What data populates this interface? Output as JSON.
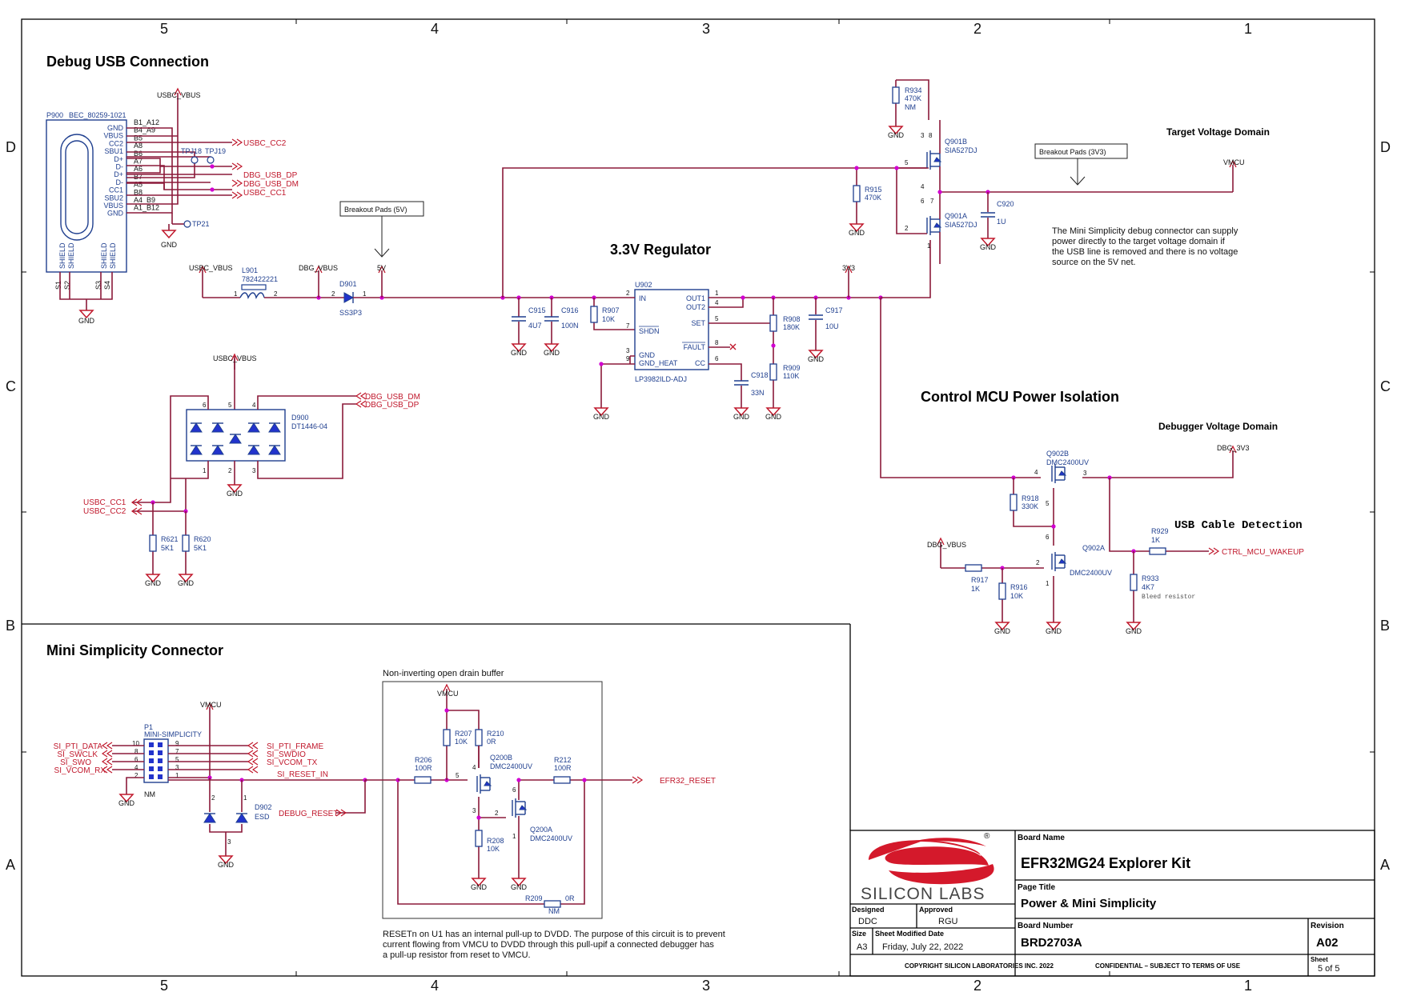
{
  "border": {
    "columns": [
      "5",
      "4",
      "3",
      "2",
      "1"
    ],
    "rows": [
      "D",
      "C",
      "B",
      "A"
    ]
  },
  "sections": {
    "usb": "Debug USB Connection",
    "reg": "3.3V Regulator",
    "iso": "Control MCU Power Isolation",
    "mini": "Mini Simplicity Connector",
    "target_domain": "Target Voltage Domain",
    "debugger_domain": "Debugger Voltage Domain",
    "usb_detect": "USB Cable Detection",
    "buffer": "Non-inverting open drain buffer"
  },
  "notes": {
    "mini_note": [
      "The Mini Simplicity debug connector can supply",
      "power directly to the target voltage domain if",
      "the USB line is removed and there is no voltage",
      "source on the 5V net."
    ],
    "reset_note": [
      "RESETn on U1 has an internal pull-up to DVDD.  The purpose of this circuit is to prevent",
      "current flowing from VMCU to DVDD through this pull-upif a connected debugger has",
      "a pull-up resistor from reset to VMCU."
    ],
    "bleed": "Bleed resistor"
  },
  "breakout": {
    "b5v": "Breakout Pads (5V)",
    "b3v3": "Breakout Pads (3V3)"
  },
  "usbconn": {
    "ref": "P900",
    "part": "BEC_80259-1021",
    "left_pins": [
      "GND",
      "VBUS",
      "CC2",
      "SBU1",
      "D+",
      "D-",
      "D+",
      "D-",
      "CC1",
      "SBU2",
      "VBUS",
      "GND"
    ],
    "right_pins": [
      "B1_A12",
      "B4_A9",
      "B5",
      "A8",
      "B6",
      "A7",
      "A6",
      "B7",
      "A5",
      "B8",
      "A4_B9",
      "A1_B12"
    ],
    "shield": [
      "SHIELD",
      "SHIELD",
      "SHIELD",
      "SHIELD"
    ],
    "s_pins": [
      "S1",
      "S2",
      "S3",
      "S4"
    ]
  },
  "nets": {
    "usbc_vbus": "USBC_VBUS",
    "usbc_cc2": "USBC_CC2",
    "usbc_cc1": "USBC_CC1",
    "dbg_usb_dp": "DBG_USB_DP",
    "dbg_usb_dm": "DBG_USB_DM",
    "dbg_vbus": "DBG_VBUS",
    "v5": "5V",
    "v3v3": "3V3",
    "vmcu": "VMCU",
    "dbg_3v3": "DBG_3V3",
    "gnd": "GND",
    "ctrl_wakeup": "CTRL_MCU_WAKEUP",
    "si_pti_data": "SI_PTI_DATA",
    "si_swclk": "SI_SWCLK",
    "si_swo": "SI_SWO",
    "si_vcom_rx": "SI_VCOM_RX",
    "si_pti_frame": "SI_PTI_FRAME",
    "si_swdio": "SI_SWDIO",
    "si_vcom_tx": "SI_VCOM_TX",
    "si_reset_in": "SI_RESET_IN",
    "debug_reset": "DEBUG_RESET",
    "efr32_reset": "EFR32_RESET"
  },
  "parts": {
    "tpj18": "TPJ18",
    "tpj19": "TPJ19",
    "tp21": "TP21",
    "l901": "L901",
    "l901v": "782422221",
    "d901": "D901",
    "d901v": "SS3P3",
    "c915": "C915",
    "c915v": "4U7",
    "c916": "C916",
    "c916v": "100N",
    "r907": "R907",
    "r907v": "10K",
    "u902": "U902",
    "u902v": "LP3982ILD-ADJ",
    "u902_in": "IN",
    "u902_shdn": "SHDN",
    "u902_gnd": "GND",
    "u902_gh": "GND_HEAT",
    "u902_o1": "OUT1",
    "u902_o2": "OUT2",
    "u902_set": "SET",
    "u902_fault": "FAULT",
    "u902_cc": "CC",
    "c918": "C918",
    "c918v": "33N",
    "r908": "R908",
    "r908v": "180K",
    "r909": "R909",
    "r909v": "110K",
    "c917": "C917",
    "c917v": "10U",
    "r934": "R934",
    "r934v": "470K",
    "r934nm": "NM",
    "r915": "R915",
    "r915v": "470K",
    "q901b": "Q901B",
    "q901bv": "SIA527DJ",
    "q901a": "Q901A",
    "q901av": "SIA527DJ",
    "c920": "C920",
    "c920v": "1U",
    "d900": "D900",
    "d900v": "DT1446-04",
    "r621": "R621",
    "r621v": "5K1",
    "r620": "R620",
    "r620v": "5K1",
    "q902b": "Q902B",
    "q902bv": "DMC2400UV",
    "r918": "R918",
    "r918v": "330K",
    "q902a": "Q902A",
    "q902av": "DMC2400UV",
    "r917": "R917",
    "r917v": "1K",
    "r916": "R916",
    "r916v": "10K",
    "r929": "R929",
    "r929v": "1K",
    "r933": "R933",
    "r933v": "4K7",
    "p1": "P1",
    "p1v": "MINI-SIMPLICITY",
    "p1nm": "NM",
    "d902": "D902",
    "d902v": "ESD",
    "r206": "R206",
    "r206v": "100R",
    "r207": "R207",
    "r207v": "10K",
    "r210": "R210",
    "r210v": "0R",
    "q200b": "Q200B",
    "q200bv": "DMC2400UV",
    "q200a": "Q200A",
    "q200av": "DMC2400UV",
    "r208": "R208",
    "r208v": "10K",
    "r212": "R212",
    "r212v": "100R",
    "r209": "R209",
    "r209v": "0R",
    "r209nm": "NM"
  },
  "titleblock": {
    "company": "SILICON LABS",
    "board_name_label": "Board Name",
    "board_name": "EFR32MG24 Explorer Kit",
    "page_title_label": "Page Title",
    "page_title": "Power & Mini Simplicity",
    "designed_label": "Designed",
    "designed": "DDC",
    "approved_label": "Approved",
    "approved": "RGU",
    "board_number_label": "Board Number",
    "board_number": "BRD2703A",
    "revision_label": "Revision",
    "revision": "A02",
    "size_label": "Size",
    "size": "A3",
    "modified_label": "Sheet Modified Date",
    "modified": "Friday, July 22, 2022",
    "sheet_label": "Sheet",
    "sheet": "5 of 5",
    "copyright": "COPYRIGHT SILICON LABORATORIES INC. 2022",
    "confidential": "CONFIDENTIAL – SUBJECT TO TERMS OF USE",
    "reg": "®"
  }
}
